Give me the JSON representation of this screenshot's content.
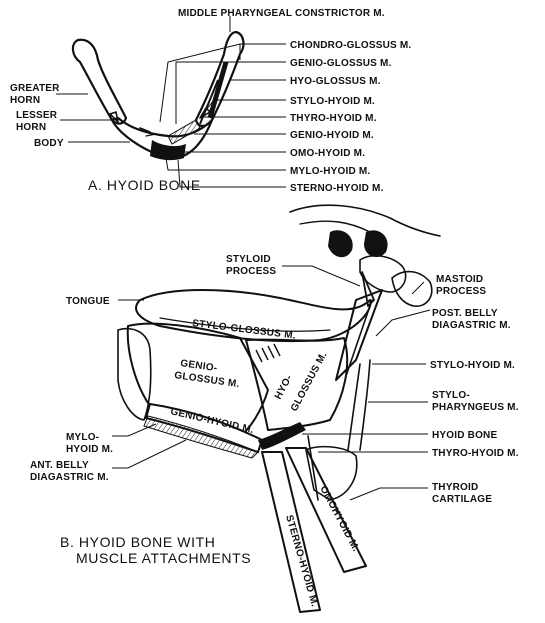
{
  "figure_a": {
    "caption": "A. HYOID BONE",
    "top_label": "MIDDLE PHARYNGEAL CONSTRICTOR M.",
    "left_labels": {
      "greater_horn": [
        "GREATER",
        "HORN"
      ],
      "lesser_horn": [
        "LESSER",
        "HORN"
      ],
      "body": "BODY"
    },
    "right_labels": [
      "CHONDRO-GLOSSUS M.",
      "GENIO-GLOSSUS M.",
      "HYO-GLOSSUS M.",
      "STYLO-HYOID M.",
      "THYRO-HYOID M.",
      "GENIO-HYOID M.",
      "OMO-HYOID M.",
      "MYLO-HYOID M.",
      "STERNO-HYOID M."
    ]
  },
  "figure_b": {
    "caption": [
      "B. HYOID BONE WITH",
      "MUSCLE ATTACHMENTS"
    ],
    "left_labels": {
      "styloid_process": [
        "STYLOID",
        "PROCESS"
      ],
      "tongue": "TONGUE",
      "mylo_hyoid": [
        "MYLO-",
        "HYOID M."
      ],
      "ant_belly": [
        "ANT. BELLY",
        "DIAGASTRIC M."
      ]
    },
    "right_labels": {
      "mastoid_process": [
        "MASTOID",
        "PROCESS"
      ],
      "post_belly": [
        "POST. BELLY",
        "DIAGASTRIC M."
      ],
      "stylo_hyoid": "STYLO-HYOID M.",
      "stylo_pharyngeus": [
        "STYLO-",
        "PHARYNGEUS M."
      ],
      "hyoid_bone": "HYOID BONE",
      "thyro_hyoid": "THYRO-HYOID M.",
      "thyroid_cartilage": [
        "THYROID",
        "CARTILAGE"
      ]
    },
    "muscle_labels": {
      "stylo_glossus": "STYLO-GLOSSUS M.",
      "genio_glossus": [
        "GENIO-",
        "GLOSSUS M."
      ],
      "hyo_glossus": [
        "HYO-",
        "GLOSSUS M."
      ],
      "genio_hyoid": "GENIO-HYOID M.",
      "omohyoid": "OMOHYOID M.",
      "sterno_hyoid": "STERNO-HYOID M."
    }
  }
}
